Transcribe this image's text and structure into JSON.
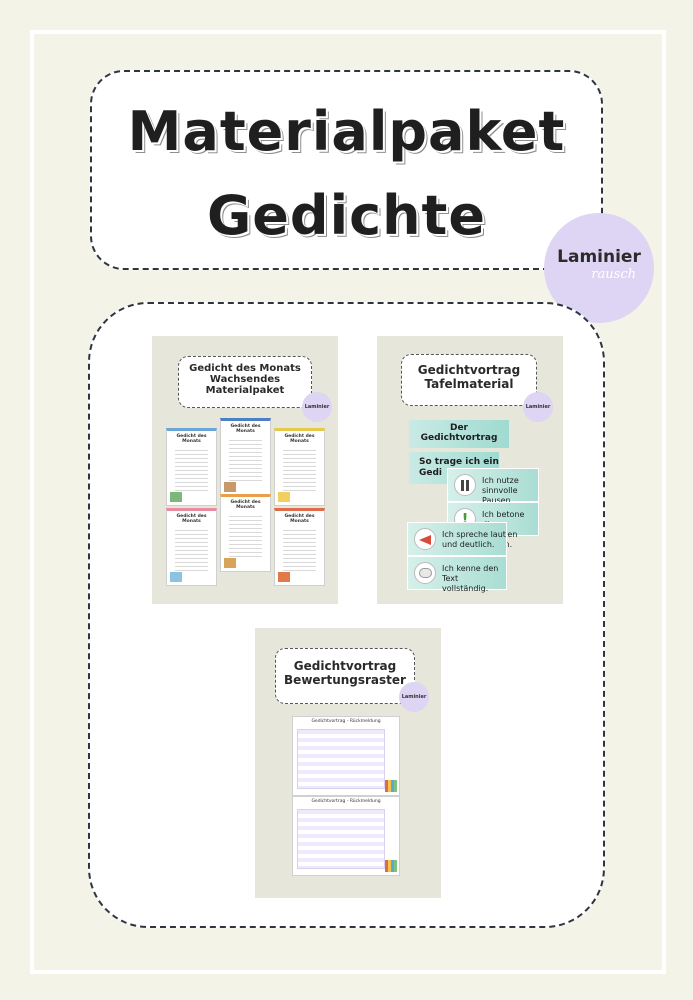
{
  "title": {
    "line1": "Materialpaket",
    "line2": "Gedichte"
  },
  "logo": {
    "brand": "Laminier",
    "sub": "rausch"
  },
  "cards": [
    {
      "heading": [
        "Gedicht des Monats",
        "Wachsendes",
        "Materialpaket"
      ],
      "logo": "Laminier",
      "posters": [
        {
          "title": "Gedicht des Monats",
          "accent": "#6aa5d8"
        },
        {
          "title": "Gedicht des Monats",
          "accent": "#4b7fc9"
        },
        {
          "title": "Gedicht des Monats",
          "accent": "#e8c84a"
        },
        {
          "title": "Gedicht des Monats",
          "accent": "#e88aa0"
        },
        {
          "title": "Gedicht des Monats",
          "accent": "#e8a04a"
        },
        {
          "title": "Gedicht des Monats",
          "accent": "#e06b4b"
        }
      ]
    },
    {
      "heading": [
        "Gedichtvortrag",
        "Tafelmaterial"
      ],
      "logo": "Laminier",
      "strips": {
        "s1": [
          "Der",
          "Gedichtvortrag"
        ],
        "s2": [
          "So trage ich ein",
          "Gedi"
        ],
        "s3": [
          "Ich nutze",
          "sinnvolle Pausen."
        ],
        "s4": [
          "Ich betone die",
          "richtigen Stellen."
        ],
        "s5": [
          "Ich spreche laut",
          "und deutlich."
        ],
        "s6": [
          "Ich kenne den",
          "Text vollständig."
        ]
      }
    },
    {
      "heading": [
        "Gedichtvortrag",
        "Bewertungsraster"
      ],
      "logo": "Laminier",
      "sheets": [
        "Gedichtvortrag - Rückmeldung",
        "Gedichtvortrag - Rückmeldung"
      ]
    }
  ],
  "colors": {
    "background": "#f3f3e8",
    "accent_lilac": "#ddd5f3",
    "teal": "#a9ddd3"
  }
}
